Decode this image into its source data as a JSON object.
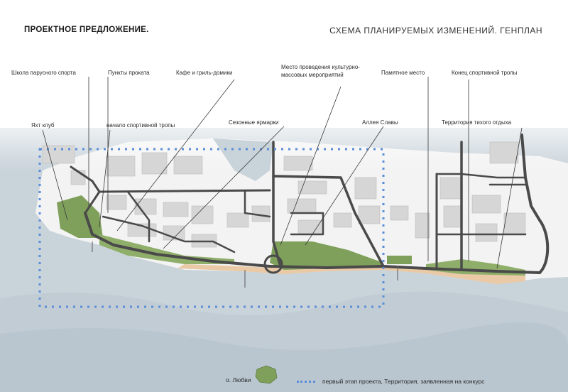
{
  "header": {
    "title_left": "ПРОЕКТНОЕ ПРЕДЛОЖЕНИЕ.",
    "title_right": "СХЕМА ПЛАНИРУЕМЫХ ИЗМЕНЕНИЙ. ГЕНПЛАН"
  },
  "labels": {
    "sailing_school": "Школа парусного спорта",
    "rental_points": "Пункты проката",
    "cafe": "Кафе и гриль-домики",
    "venue_line1": "Место проведения культурно-",
    "venue_line2": "массовых мероприятий",
    "memorial": "Памятное место",
    "sport_trail_end": "Конец спортивной тропы",
    "yacht_club": "Яхт клуб",
    "sport_trail_start": "начало спортивной тропы",
    "seasonal_fairs": "Сезонные ярмарки",
    "glory_alley": "Аллея Славы",
    "quiet_zone": "Территория тихого отдыха",
    "island": "о. Любви"
  },
  "legend": {
    "text": "первый этап проекта, Территория, заявленная на конкурс",
    "color": "#5b8ed9"
  },
  "colors": {
    "water": "#c9d3da",
    "road": "#4a4a4a",
    "green": "#7fa05a",
    "beach": "#e9c9a6",
    "building": "#d6d6d6"
  }
}
